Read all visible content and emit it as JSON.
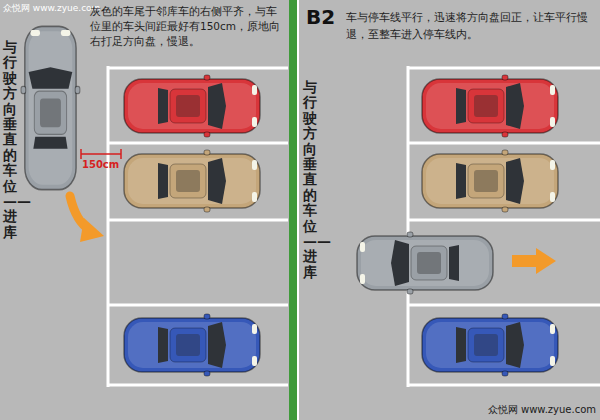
{
  "diagram": {
    "labels": [
      "众悦网 www.zyue.com",
      "灰色的车尾于邻库车的右侧平齐，与车位里的车头间距最好有150cm，原地向右打足方向盘，慢退。",
      "与行驶方向垂直的车位——进库",
      "150cm",
      "B2",
      "车与停车线平行，迅速将方向盘回正，让车平行慢退，至整车进入停车线内。",
      "与行驶方向垂直的车位——进库",
      "众悦网 www.zyue.com"
    ]
  }
}
